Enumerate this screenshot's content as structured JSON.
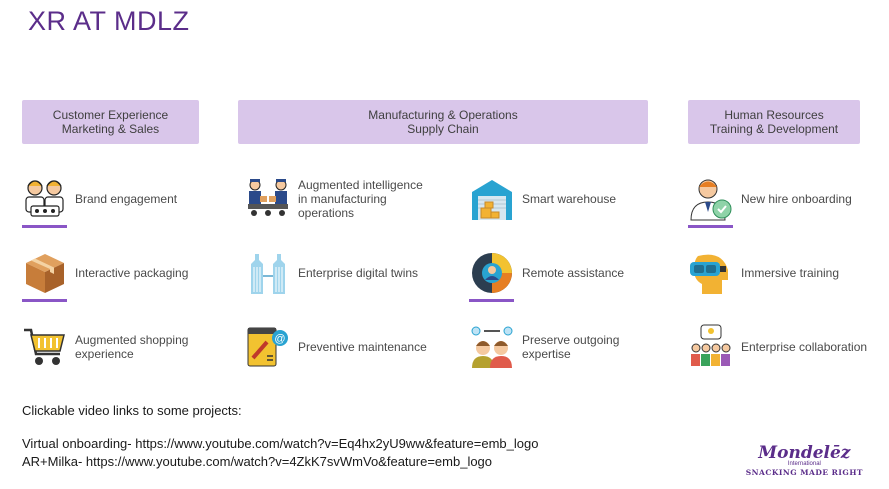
{
  "title": "XR AT MDLZ",
  "categories": [
    {
      "line1": "Customer Experience",
      "line2": "Marketing & Sales"
    },
    {
      "line1": "Manufacturing & Operations",
      "line2": "Supply Chain"
    },
    {
      "line1": "Human Resources",
      "line2": "Training & Development"
    }
  ],
  "items": {
    "brand_engagement": "Brand engagement",
    "interactive_packaging": "Interactive packaging",
    "augmented_shopping": "Augmented shopping experience",
    "augmented_intelligence": "Augmented intelligence in manufacturing operations",
    "digital_twins": "Enterprise digital twins",
    "preventive_maintenance": "Preventive maintenance",
    "smart_warehouse": "Smart warehouse",
    "remote_assistance": "Remote assistance",
    "preserve_expertise": "Preserve outgoing expertise",
    "new_hire": "New hire onboarding",
    "immersive_training": "Immersive training",
    "enterprise_collab": "Enterprise collaboration"
  },
  "links": {
    "heading": "Clickable video links to some projects:",
    "line1": "Virtual onboarding- https://www.youtube.com/watch?v=Eq4hx2yU9ww&feature=emb_logo",
    "line2": "AR+Milka- https://www.youtube.com/watch?v=4ZkK7svWmVo&feature=emb_logo"
  },
  "logo": {
    "brand": "Mondelēz",
    "intl": "International",
    "tagline": "SNACKING MADE RIGHT"
  },
  "colors": {
    "accent": "#5b2d8a",
    "band": "#d9c6ea",
    "underline": "#8a56c6"
  }
}
